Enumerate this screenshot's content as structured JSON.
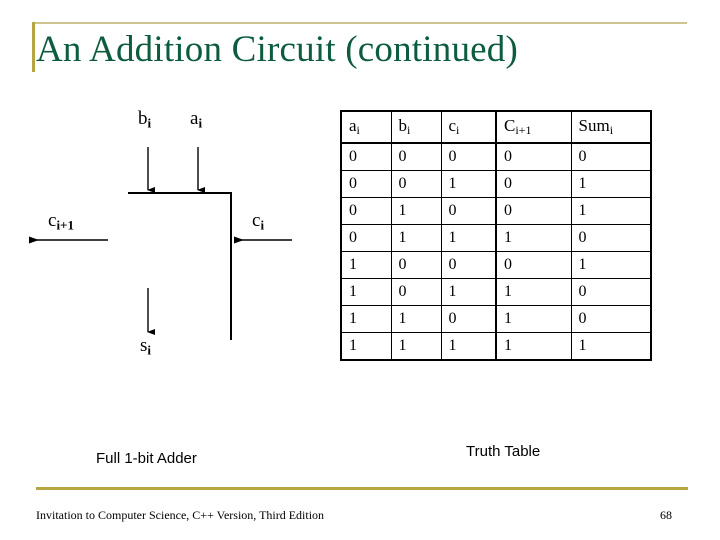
{
  "slide": {
    "title": "An Addition Circuit (continued)",
    "accent_color": "#b5a642",
    "title_color": "#0d5c3d"
  },
  "circuit": {
    "caption": "Full 1-bit Adder",
    "labels": {
      "input_b": "b",
      "input_b_sub": "i",
      "input_a": "a",
      "input_a_sub": "i",
      "carry_out": "c",
      "carry_out_sub": "i+1",
      "carry_in": "c",
      "carry_in_sub": "i",
      "sum_out": "s",
      "sum_out_sub": "i"
    }
  },
  "truth_table": {
    "caption": "Truth Table",
    "headers": [
      {
        "base": "a",
        "sub": "i"
      },
      {
        "base": "b",
        "sub": "i"
      },
      {
        "base": "c",
        "sub": "i"
      },
      {
        "base": "C",
        "sub": "i+1"
      },
      {
        "base": "Sum",
        "sub": "i"
      }
    ],
    "rows": [
      [
        "0",
        "0",
        "0",
        "0",
        "0"
      ],
      [
        "0",
        "0",
        "1",
        "0",
        "1"
      ],
      [
        "0",
        "1",
        "0",
        "0",
        "1"
      ],
      [
        "0",
        "1",
        "1",
        "1",
        "0"
      ],
      [
        "1",
        "0",
        "0",
        "0",
        "1"
      ],
      [
        "1",
        "0",
        "1",
        "1",
        "0"
      ],
      [
        "1",
        "1",
        "0",
        "1",
        "0"
      ],
      [
        "1",
        "1",
        "1",
        "1",
        "1"
      ]
    ]
  },
  "footer": {
    "text": "Invitation to Computer Science, C++ Version, Third Edition",
    "page": "68"
  }
}
